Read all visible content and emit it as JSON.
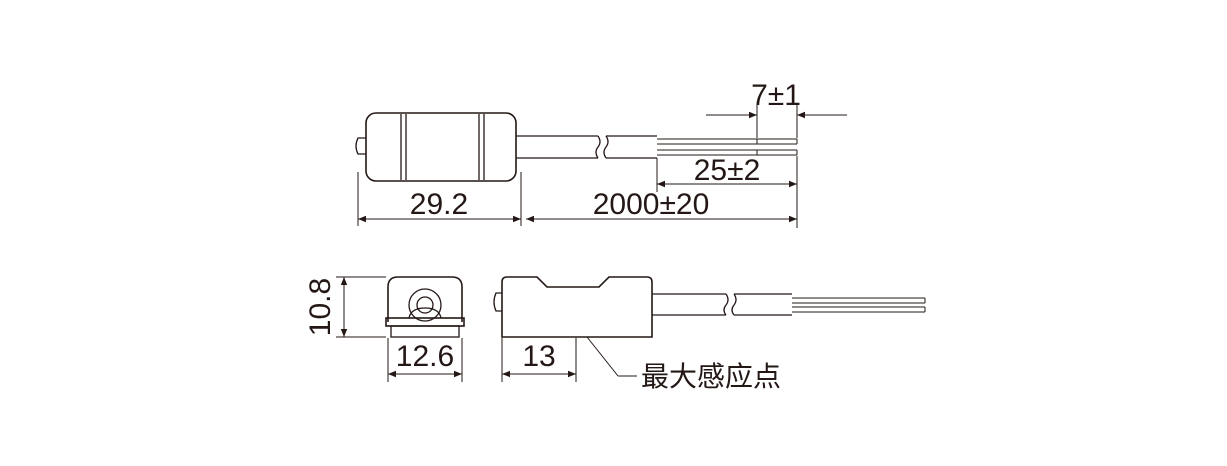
{
  "dimensions": {
    "wire_strip": "7±1",
    "wire_split": "25±2",
    "body_length": "29.2",
    "cable_length": "2000±20",
    "height": "10.8",
    "width": "12.6",
    "sensing_offset": "13"
  },
  "labels": {
    "max_sensing_point": "最大感应点"
  },
  "colors": {
    "line": "#231815",
    "background": "#ffffff"
  }
}
